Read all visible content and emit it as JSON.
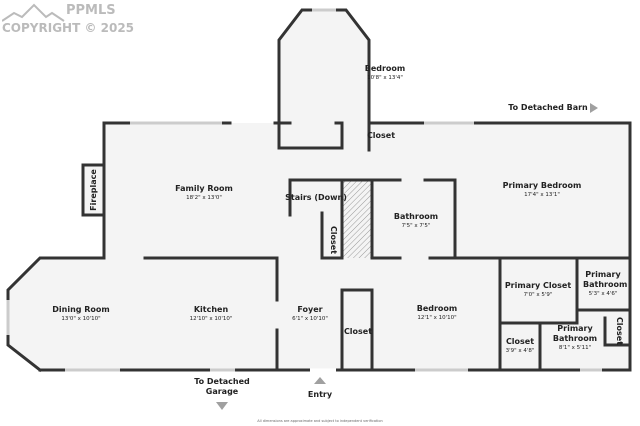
{
  "watermark": {
    "brand": "PPMLS",
    "copyright": "COPYRIGHT © 2025"
  },
  "rooms": [
    {
      "name": "Bedroom",
      "dims": "10'8\" x 13'4\""
    },
    {
      "name": "Closet",
      "dims": ""
    },
    {
      "name": "Family Room",
      "dims": "18'2\" x 13'0\""
    },
    {
      "name": "Fireplace",
      "dims": ""
    },
    {
      "name": "Stairs (Down)",
      "dims": ""
    },
    {
      "name": "Closet",
      "dims": ""
    },
    {
      "name": "Bathroom",
      "dims": "7'5\" x 7'5\""
    },
    {
      "name": "Primary Bedroom",
      "dims": "17'4\" x 13'1\""
    },
    {
      "name": "Dining Room",
      "dims": "13'0\" x 10'10\""
    },
    {
      "name": "Kitchen",
      "dims": "12'10\" x 10'10\""
    },
    {
      "name": "Foyer",
      "dims": "6'1\" x 10'10\""
    },
    {
      "name": "Closet",
      "dims": ""
    },
    {
      "name": "Bedroom",
      "dims": "12'1\" x 10'10\""
    },
    {
      "name": "Primary Closet",
      "dims": "7'0\" x 5'9\""
    },
    {
      "name": "Primary Bathroom",
      "dims": "5'3\" x 4'6\""
    },
    {
      "name": "Closet",
      "dims": "3'9\" x 4'8\""
    },
    {
      "name": "Primary Bathroom",
      "dims": "8'1\" x 5'11\""
    },
    {
      "name": "Closet",
      "dims": ""
    }
  ],
  "annotations": {
    "barn": "To Detached Barn",
    "garage": "To Detached Garage",
    "entry": "Entry"
  },
  "footer": "All dimensions are approximate and subject to independent verification",
  "colors": {
    "wall": "#333333",
    "floor": "#f4f4f4",
    "window": "#cccccc",
    "arrow": "#a0a0a0"
  }
}
